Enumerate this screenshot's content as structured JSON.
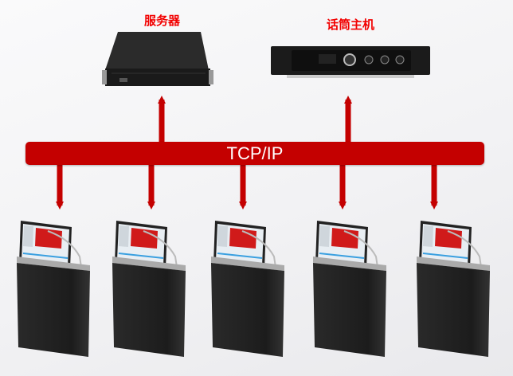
{
  "labels": {
    "server": "服务器",
    "mic_host": "话筒主机"
  },
  "bus": {
    "label": "TCP/IP",
    "color": "#c40000"
  },
  "terminals": 5
}
